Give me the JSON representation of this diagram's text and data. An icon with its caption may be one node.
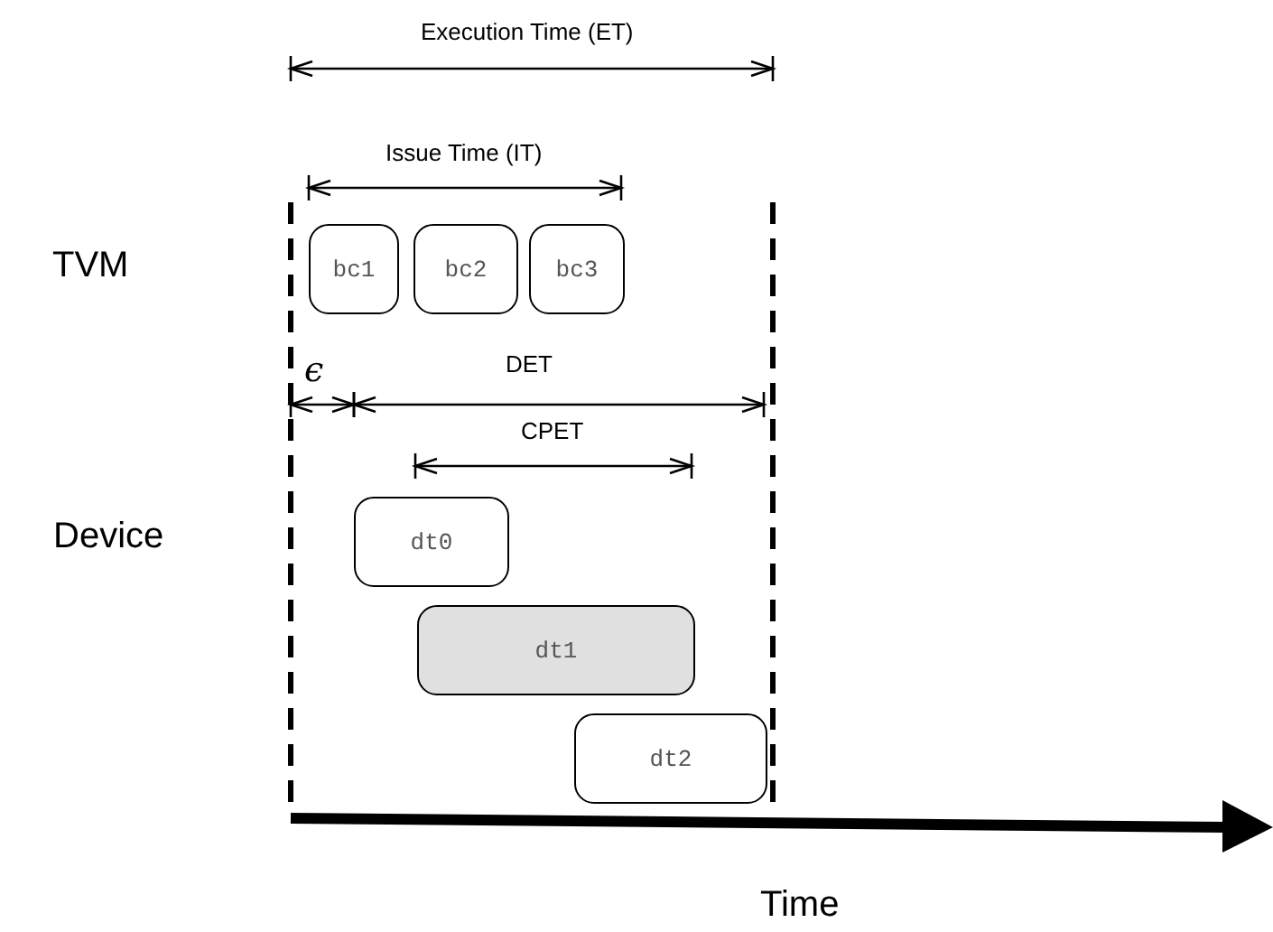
{
  "diagram": {
    "nodes": [
      {
        "text": [
          "bc1"
        ]
      },
      {
        "text": [
          "bc2"
        ]
      },
      {
        "text": [
          "bc3"
        ]
      },
      {
        "text": [
          "dt0"
        ]
      },
      {
        "text": [
          "dt1"
        ]
      },
      {
        "text": [
          "dt2"
        ]
      }
    ],
    "labels": [
      "Execution Time (ET)",
      "Issue Time (IT)",
      "TVM",
      "ϵ",
      "DET",
      "CPET",
      "Device",
      "Time"
    ]
  }
}
